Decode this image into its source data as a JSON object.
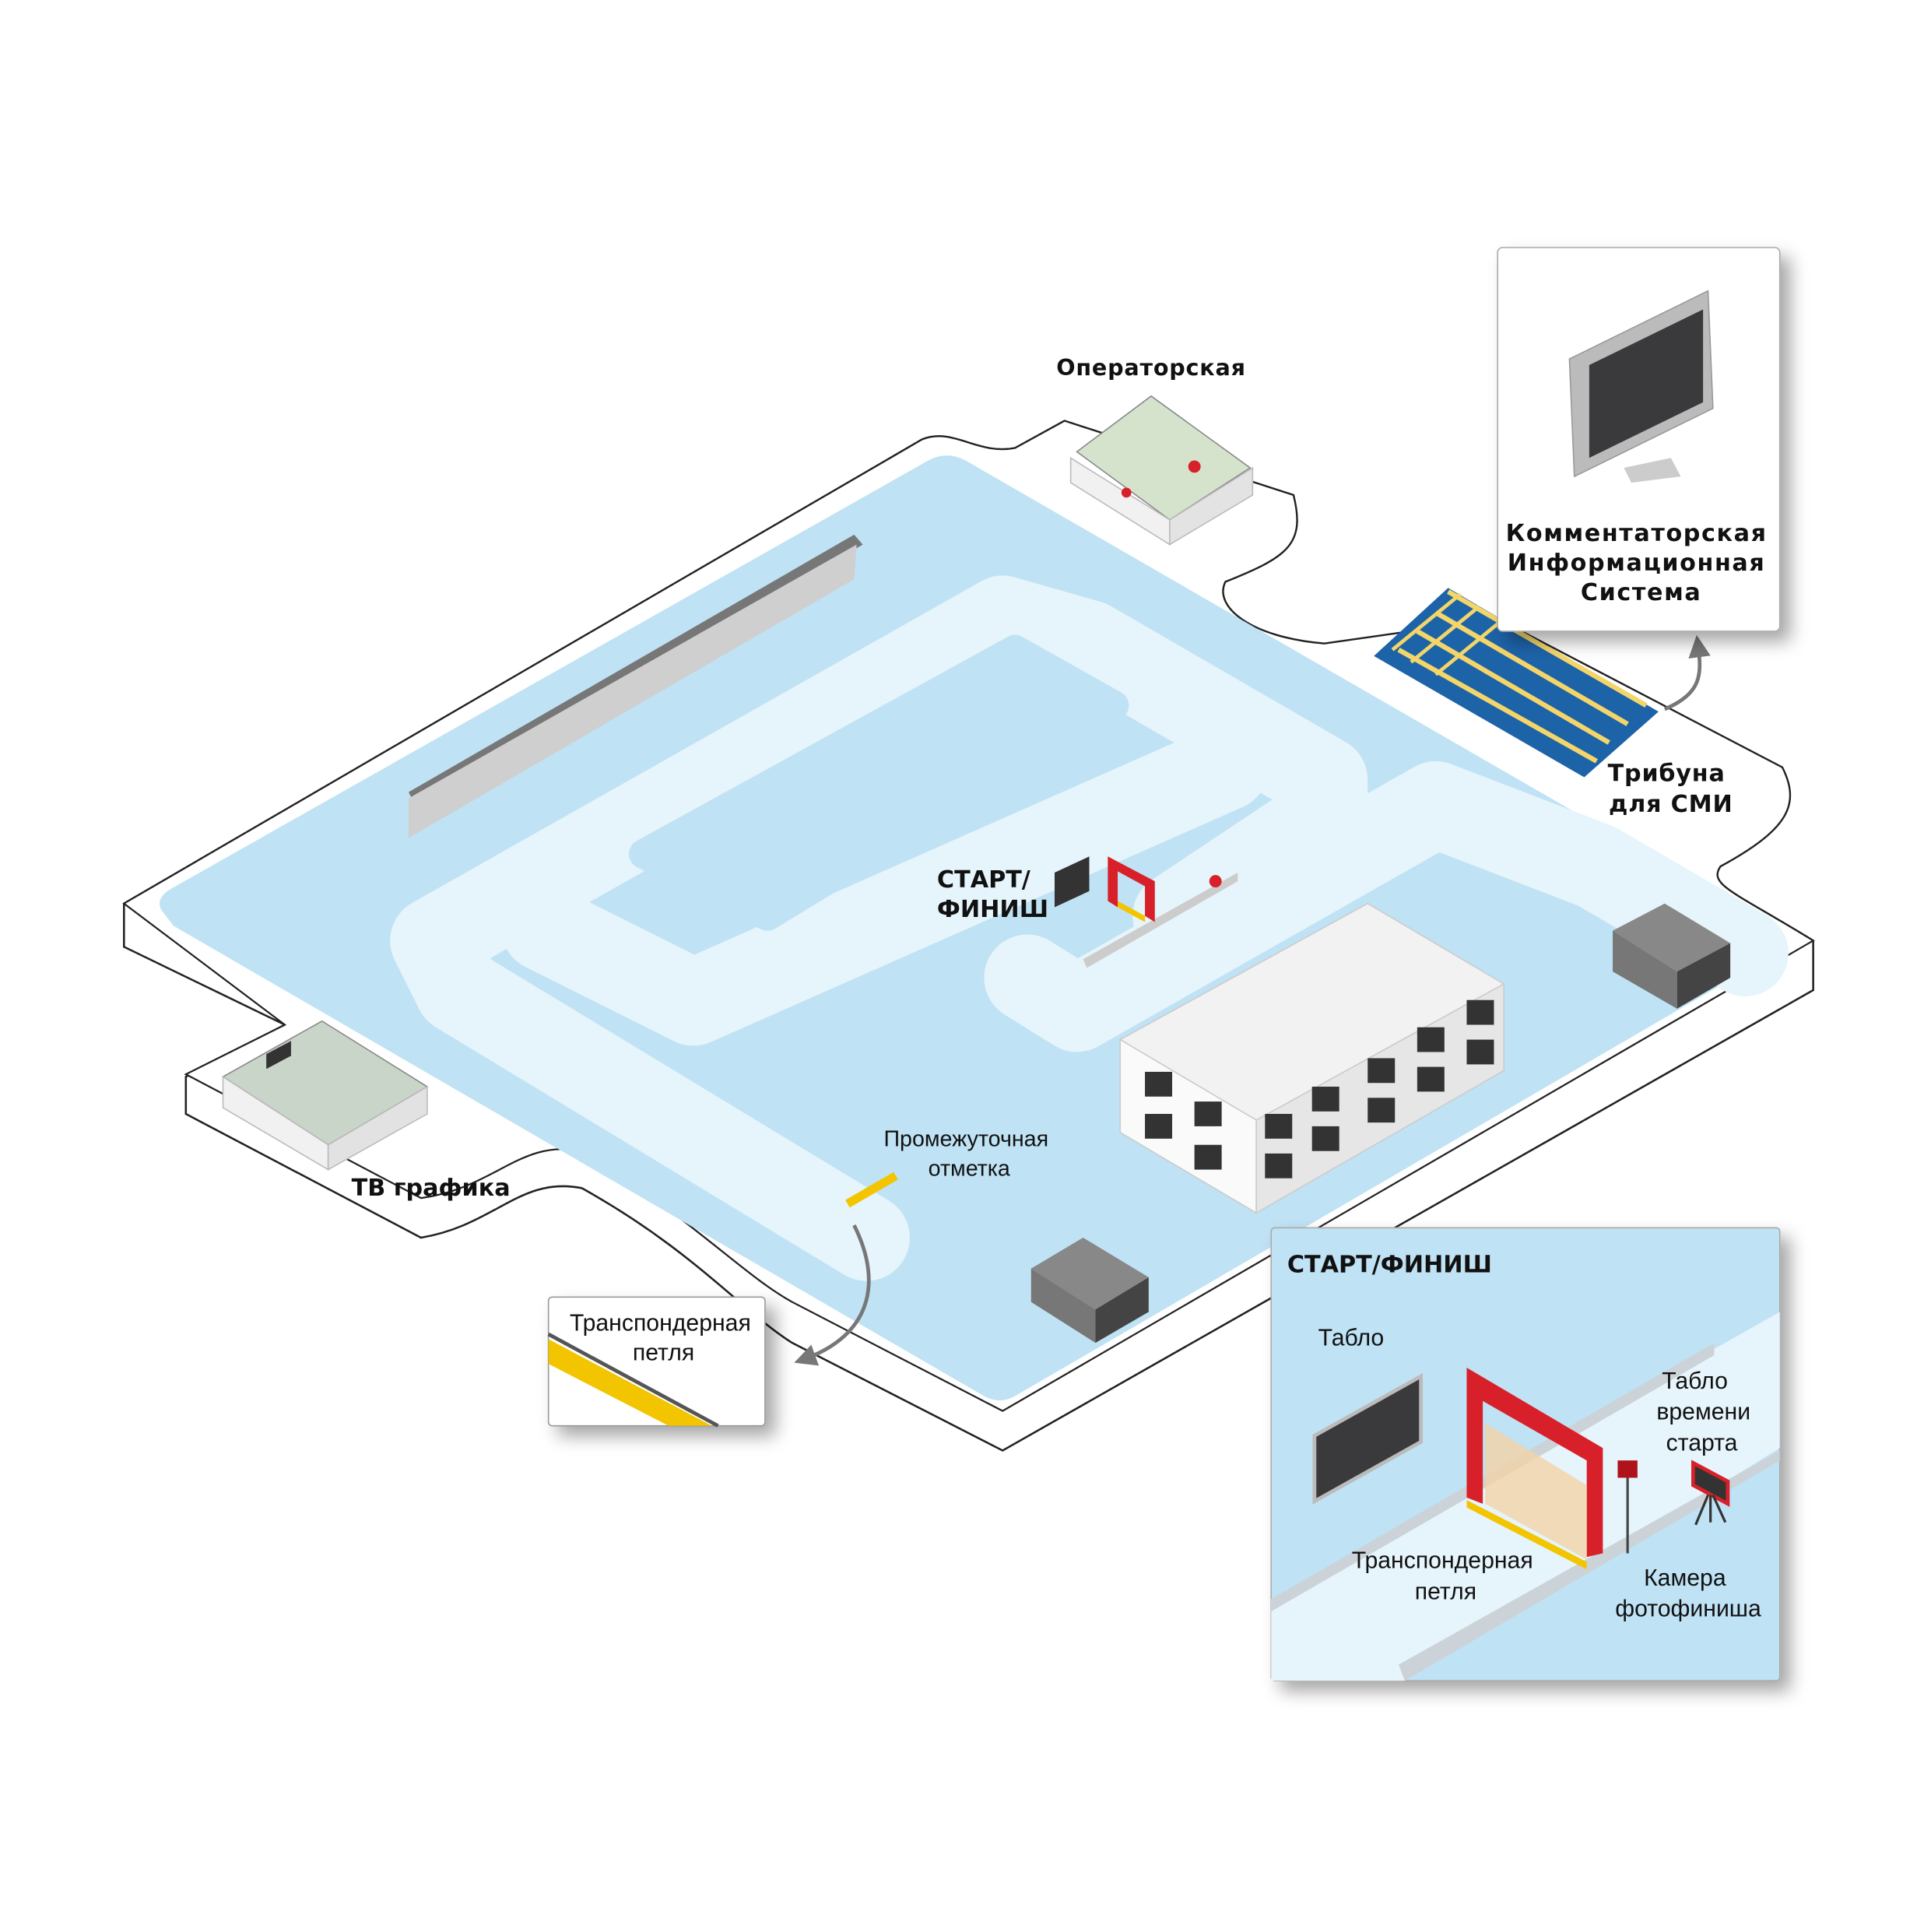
{
  "labels": {
    "operator_room": "Операторская",
    "commentator_system": [
      "Комментаторская",
      "Информационная",
      "Система"
    ],
    "media_stand": [
      "Трибуна",
      "для СМИ"
    ],
    "start_finish_main": [
      "СТАРТ/",
      "ФИНИШ"
    ],
    "intermediate_mark": [
      "Промежуточная",
      "отметка"
    ],
    "tv_graphics": "ТВ графика",
    "transponder_loop_callout": [
      "Транспондерная",
      "петля"
    ]
  },
  "inset": {
    "title": "СТАРТ/ФИНИШ",
    "scoreboard": "Табло",
    "start_time_board": [
      "Табло",
      "времени",
      "старта"
    ],
    "transponder_loop": [
      "Транспондерная",
      "петля"
    ],
    "photo_finish_camera": [
      "Камера",
      "фотофиниша"
    ]
  },
  "colors": {
    "ice": "#bfe2f4",
    "track": "#e6f4fb",
    "accent_red": "#d8202a",
    "loop_yellow": "#f2c500"
  }
}
